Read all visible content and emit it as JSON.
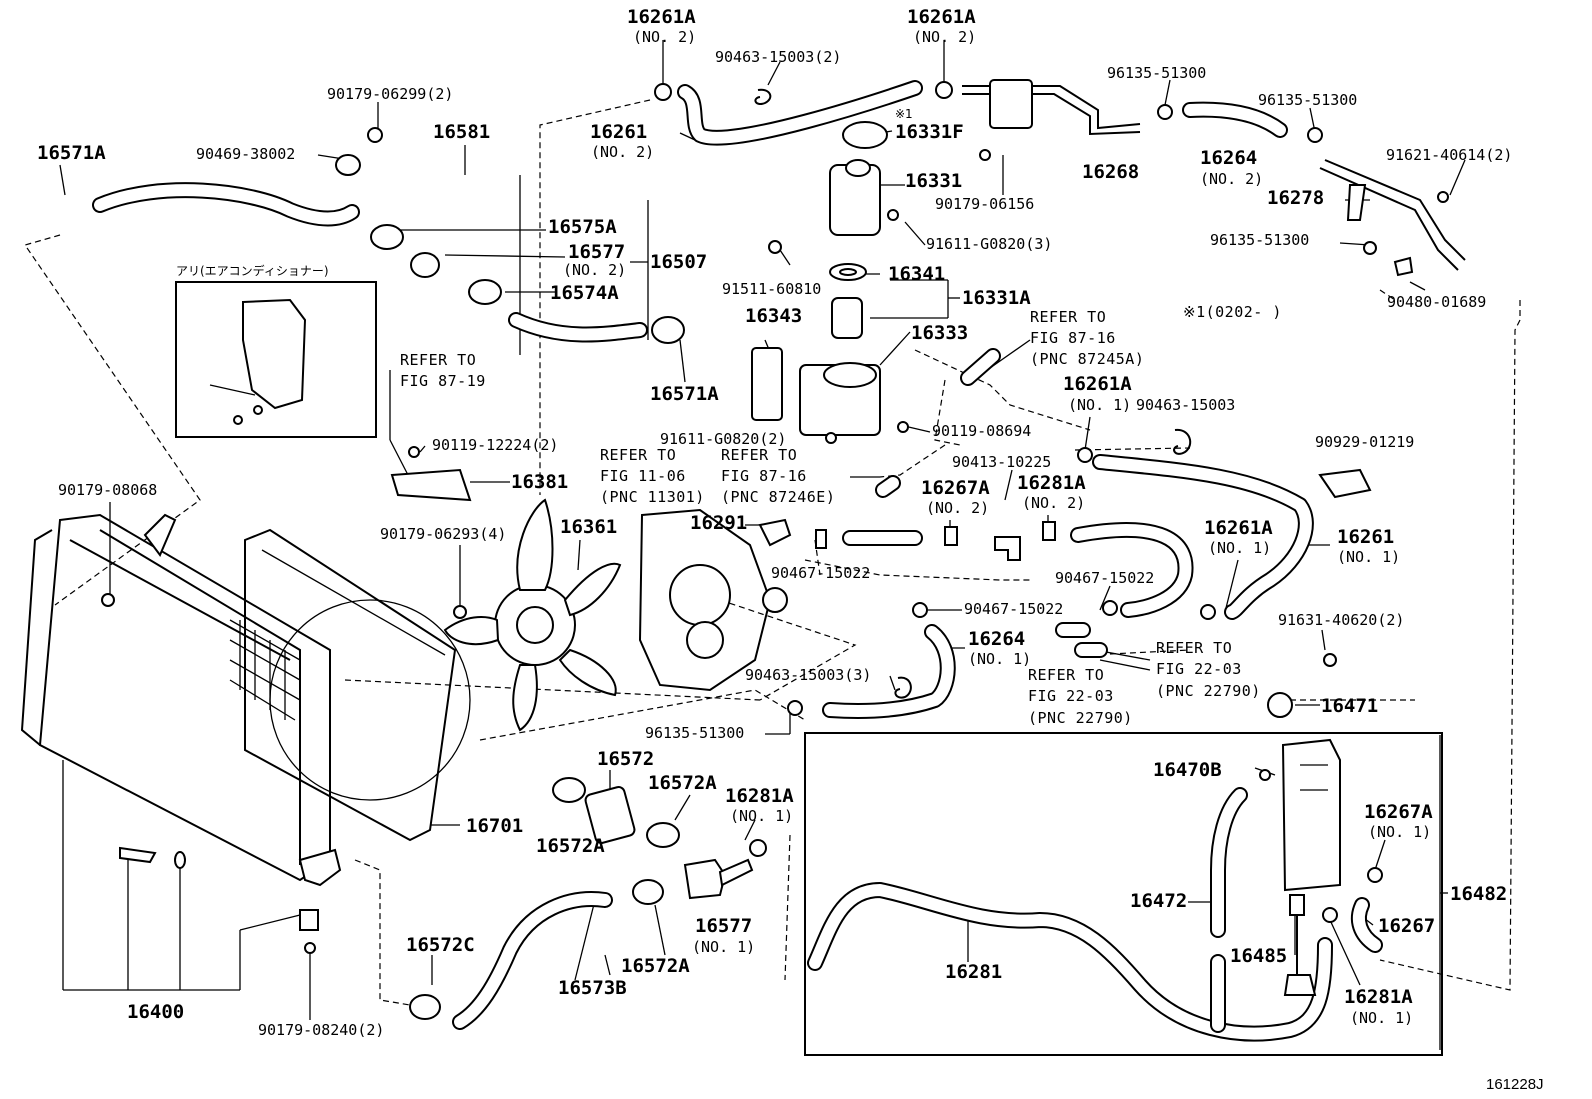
{
  "labels": {
    "p16261A_top_l": "16261A",
    "p16261A_top_l_sub": "(NO. 2)",
    "p16261A_top_r": "16261A",
    "p16261A_top_r_sub": "(NO. 2)",
    "p90463_15003_2": "90463-15003(2)",
    "p96135_51300_a": "96135-51300",
    "p96135_51300_b": "96135-51300",
    "p90179_06299": "90179-06299(2)",
    "p16581": "16581",
    "p16571A_a": "16571A",
    "p90469_38002": "90469-38002",
    "p16261_no2": "16261",
    "p16261_no2_sub": "(NO. 2)",
    "p_note1_mark": "※1",
    "p16331F": "16331F",
    "p16331": "16331",
    "p16268": "16268",
    "p16264_no2": "16264",
    "p16264_no2_sub": "(NO. 2)",
    "p91621_40614": "91621-40614(2)",
    "p16278": "16278",
    "p90179_06156": "90179-06156",
    "p16575A": "16575A",
    "p16577_no2": "16577",
    "p16577_no2_sub": "(NO. 2)",
    "p16507": "16507",
    "p16574A": "16574A",
    "p91611_G0820_3": "91611-G0820(3)",
    "p96135_51300_c": "96135-51300",
    "p16341": "16341",
    "p91511_60810": "91511-60810",
    "p16331A": "16331A",
    "p90480_01689": "90480-01689",
    "p_aircon": "アリ(エアコンディショナー)",
    "p16571A_b": "16571A",
    "p16343": "16343",
    "p16333": "16333",
    "p_ref_8716_a": "REFER TO",
    "p_ref_8716_a2": "FIG 87-16",
    "p_ref_8716_a3": "(PNC 87245A)",
    "p_note1_range": "※1(0202-     )",
    "p_ref_8719": "REFER TO",
    "p_ref_8719_2": "FIG 87-19",
    "p16261A_no1_a": "16261A",
    "p16261A_no1_a_sub": "(NO. 1)",
    "p90463_15003_b": "90463-15003",
    "p90119_12224": "90119-12224(2)",
    "p91611_G0820_2": "91611-G0820(2)",
    "p90119_08694": "90119-08694",
    "p_ref_1106": "REFER TO",
    "p_ref_1106_2": "FIG 11-06",
    "p_ref_1106_3": "(PNC 11301)",
    "p_ref_8716_b": "REFER TO",
    "p_ref_8716_b2": "FIG 87-16",
    "p_ref_8716_b3": "(PNC 87246E)",
    "p16381": "16381",
    "p90413_10225": "90413-10225",
    "p90929_01219": "90929-01219",
    "p90179_08068": "90179-08068",
    "p16267A_no2": "16267A",
    "p16267A_no2_sub": "(NO. 2)",
    "p16281A_no2": "16281A",
    "p16281A_no2_sub": "(NO. 2)",
    "p90179_06293": "90179-06293(4)",
    "p16361": "16361",
    "p16291": "16291",
    "p16261A_no1_b": "16261A",
    "p16261A_no1_b_sub": "(NO. 1)",
    "p16261_no1": "16261",
    "p16261_no1_sub": "(NO. 1)",
    "p90467_15022_a": "90467-15022",
    "p90467_15022_b": "90467-15022",
    "p90467_15022_c": "90467-15022",
    "p91631_40620": "91631-40620(2)",
    "p16264_no1": "16264",
    "p16264_no1_sub": "(NO. 1)",
    "p_ref_2203_a": "REFER TO",
    "p_ref_2203_a2": "FIG 22-03",
    "p_ref_2203_a3": "(PNC 22790)",
    "p_ref_2203_b": "REFER TO",
    "p_ref_2203_b2": "FIG 22-03",
    "p_ref_2203_b3": "(PNC 22790)",
    "p90463_15003_3": "90463-15003(3)",
    "p16471": "16471",
    "p96135_51300_d": "96135-51300",
    "p16572": "16572",
    "p16572A_a": "16572A",
    "p16281A_no1_a": "16281A",
    "p16281A_no1_a_sub": "(NO. 1)",
    "p16470B": "16470B",
    "p16267A_no1": "16267A",
    "p16267A_no1_sub": "(NO. 1)",
    "p16701": "16701",
    "p16572A_b": "16572A",
    "p16577_no1": "16577",
    "p16577_no1_sub": "(NO. 1)",
    "p16482": "16482",
    "p16472": "16472",
    "p16267": "16267",
    "p16572C": "16572C",
    "p16485": "16485",
    "p16281": "16281",
    "p16573B": "16573B",
    "p16572A_c": "16572A",
    "p16281A_no1_b": "16281A",
    "p16281A_no1_b_sub": "(NO. 1)",
    "p16400": "16400",
    "p90179_08240": "90179-08240(2)",
    "p_code": "161228J"
  }
}
